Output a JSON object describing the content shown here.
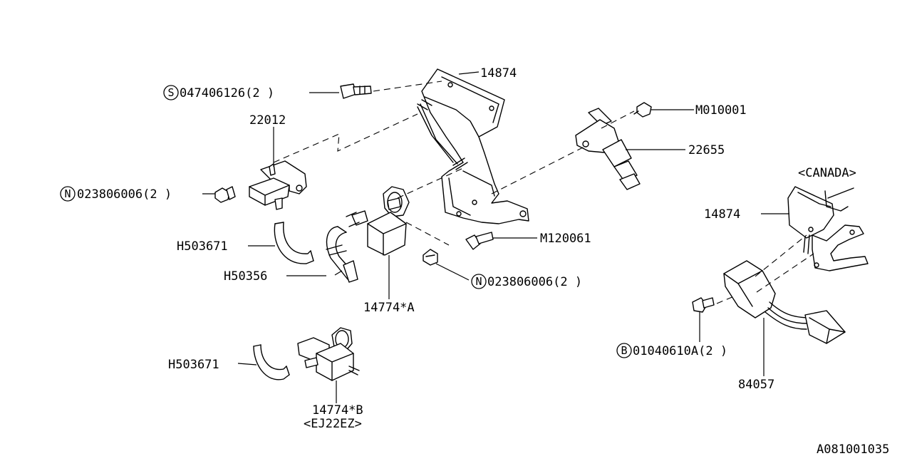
{
  "labels": {
    "bracket_top": "14874",
    "bolt_s": "047406126(2 )",
    "bolt_s_badge": "S",
    "m010001": "M010001",
    "sol_22012": "22012",
    "sensor_22655": "22655",
    "canada": "<CANADA>",
    "nut_n1": "023806006(2 )",
    "nut_n1_badge": "N",
    "bracket_canada": "14874",
    "hose_h1": "H503671",
    "m120061": "M120061",
    "hose_h2": "H50356",
    "nut_n2": "023806006(2 )",
    "nut_n2_badge": "N",
    "valve_a": "14774*A",
    "bolt_b": "01040610A(2 )",
    "bolt_b_badge": "B",
    "hose_h3": "H503671",
    "relay_84057": "84057",
    "valve_b": "14774*B",
    "valve_b_note": "<EJ22EZ>",
    "figure_id": "A081001035"
  }
}
